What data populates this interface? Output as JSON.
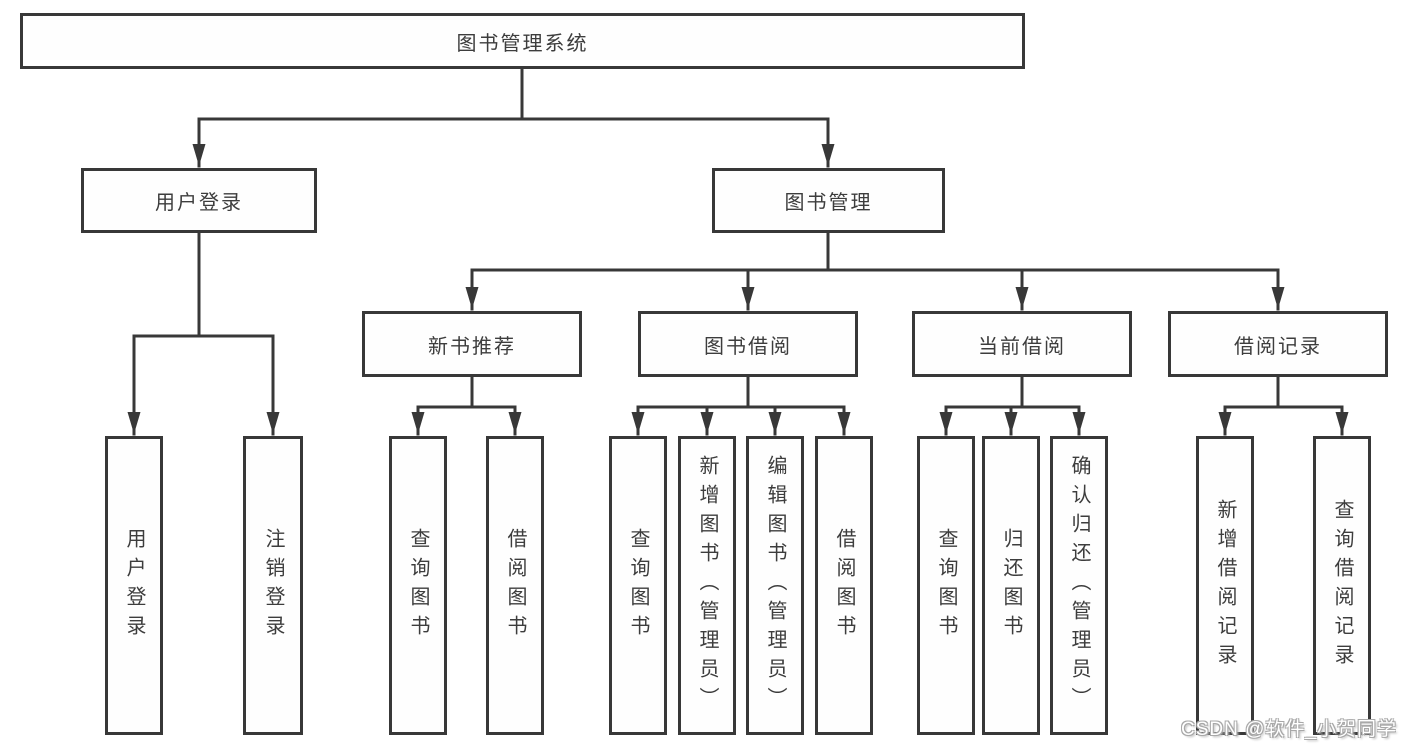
{
  "watermark": "CSDN @软件_小贺同学",
  "colors": {
    "line": "#383838",
    "box_border": "#383838",
    "text": "#3d3d3d",
    "background": "#ffffff",
    "watermark_fill": "#ffffff",
    "watermark_outline": "#a8a8a8"
  },
  "tree": {
    "root": {
      "label": "图书管理系统"
    },
    "children": [
      {
        "label": "用户登录",
        "children": [
          {
            "label": "用户登录"
          },
          {
            "label": "注销登录"
          }
        ]
      },
      {
        "label": "图书管理",
        "children": [
          {
            "label": "新书推荐",
            "children": [
              {
                "label": "查询图书"
              },
              {
                "label": "借阅图书"
              }
            ]
          },
          {
            "label": "图书借阅",
            "children": [
              {
                "label": "查询图书"
              },
              {
                "label": "新增图书（管理员）"
              },
              {
                "label": "编辑图书（管理员）"
              },
              {
                "label": "借阅图书"
              }
            ]
          },
          {
            "label": "当前借阅",
            "children": [
              {
                "label": "查询图书"
              },
              {
                "label": "归还图书"
              },
              {
                "label": "确认归还（管理员）"
              }
            ]
          },
          {
            "label": "借阅记录",
            "children": [
              {
                "label": "新增借阅记录"
              },
              {
                "label": "查询借阅记录"
              }
            ]
          }
        ]
      }
    ]
  }
}
